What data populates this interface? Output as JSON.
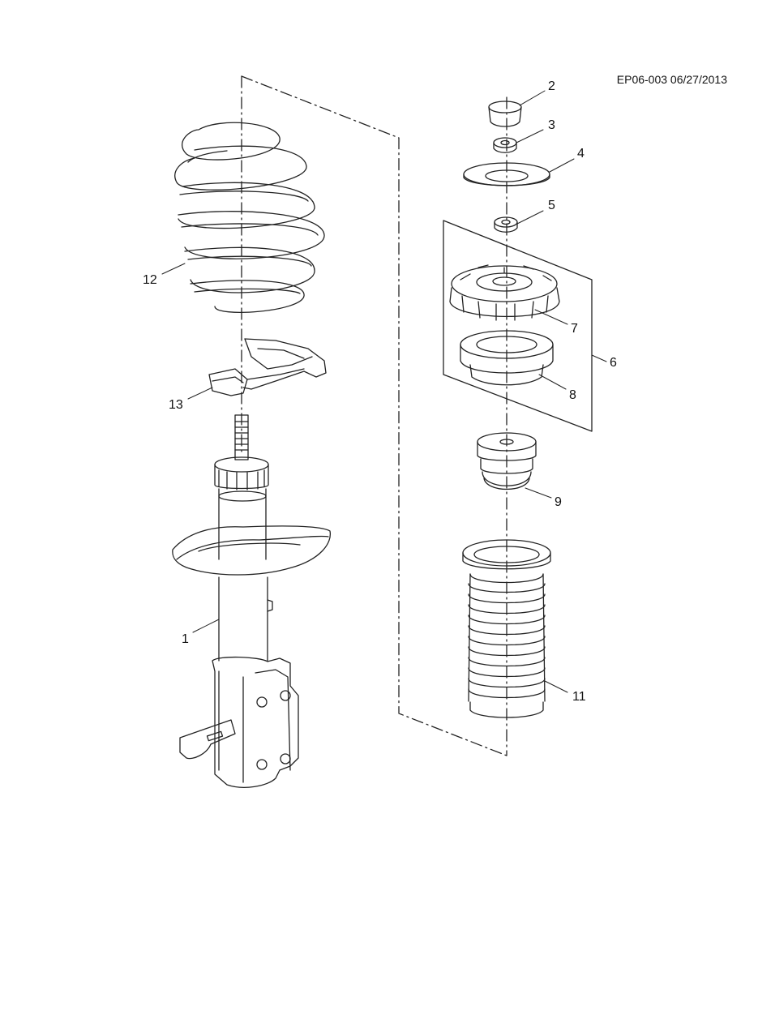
{
  "header": {
    "ref_code": "EP06-003 06/27/2013"
  },
  "callouts": {
    "c1": "1",
    "c2": "2",
    "c3": "3",
    "c4": "4",
    "c5": "5",
    "c6": "6",
    "c7": "7",
    "c8": "8",
    "c9": "9",
    "c11": "11",
    "c12": "12",
    "c13": "13"
  },
  "colors": {
    "line": "#222222",
    "background": "#ffffff"
  }
}
